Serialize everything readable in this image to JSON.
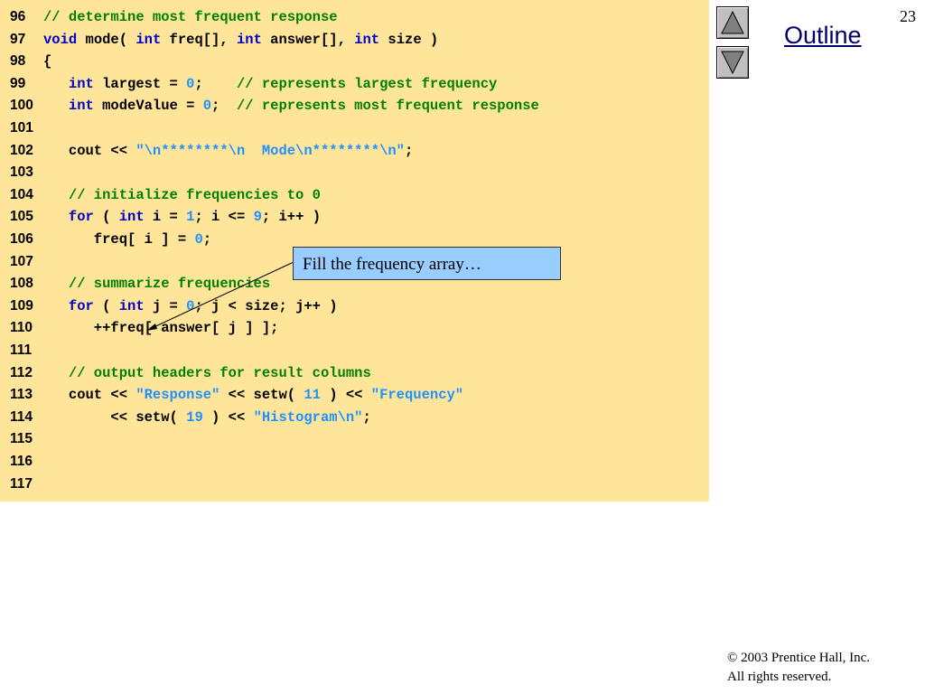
{
  "slide": {
    "number": "23",
    "outline_label": "Outline"
  },
  "code_lines": [
    {
      "n": "96",
      "tokens": [
        {
          "c": "cm",
          "t": "// determine most frequent response"
        }
      ]
    },
    {
      "n": "97",
      "tokens": [
        {
          "c": "kw",
          "t": "void"
        },
        {
          "c": "",
          "t": " mode( "
        },
        {
          "c": "kw",
          "t": "int"
        },
        {
          "c": "",
          "t": " freq[], "
        },
        {
          "c": "kw",
          "t": "int"
        },
        {
          "c": "",
          "t": " answer[], "
        },
        {
          "c": "kw",
          "t": "int"
        },
        {
          "c": "",
          "t": " size )"
        }
      ]
    },
    {
      "n": "98",
      "tokens": [
        {
          "c": "",
          "t": "{"
        }
      ]
    },
    {
      "n": "99",
      "tokens": [
        {
          "c": "",
          "t": "   "
        },
        {
          "c": "kw",
          "t": "int"
        },
        {
          "c": "",
          "t": " largest = "
        },
        {
          "c": "num",
          "t": "0"
        },
        {
          "c": "",
          "t": ";    "
        },
        {
          "c": "cm",
          "t": "// represents largest frequency"
        }
      ]
    },
    {
      "n": "100",
      "tokens": [
        {
          "c": "",
          "t": "   "
        },
        {
          "c": "kw",
          "t": "int"
        },
        {
          "c": "",
          "t": " modeValue = "
        },
        {
          "c": "num",
          "t": "0"
        },
        {
          "c": "",
          "t": ";  "
        },
        {
          "c": "cm",
          "t": "// represents most frequent response"
        }
      ]
    },
    {
      "n": "101",
      "tokens": []
    },
    {
      "n": "102",
      "tokens": [
        {
          "c": "",
          "t": "   cout << "
        },
        {
          "c": "str",
          "t": "\"\\n********\\n  Mode\\n********\\n\""
        },
        {
          "c": "",
          "t": ";"
        }
      ]
    },
    {
      "n": "103",
      "tokens": []
    },
    {
      "n": "104",
      "tokens": [
        {
          "c": "",
          "t": "   "
        },
        {
          "c": "cm",
          "t": "// initialize frequencies to 0"
        }
      ]
    },
    {
      "n": "105",
      "tokens": [
        {
          "c": "",
          "t": "   "
        },
        {
          "c": "kw",
          "t": "for"
        },
        {
          "c": "",
          "t": " ( "
        },
        {
          "c": "kw",
          "t": "int"
        },
        {
          "c": "",
          "t": " i = "
        },
        {
          "c": "num",
          "t": "1"
        },
        {
          "c": "",
          "t": "; i <= "
        },
        {
          "c": "num",
          "t": "9"
        },
        {
          "c": "",
          "t": "; i++ )"
        }
      ]
    },
    {
      "n": "106",
      "tokens": [
        {
          "c": "",
          "t": "      freq[ i ] = "
        },
        {
          "c": "num",
          "t": "0"
        },
        {
          "c": "",
          "t": ";"
        }
      ]
    },
    {
      "n": "107",
      "tokens": []
    },
    {
      "n": "108",
      "tokens": [
        {
          "c": "",
          "t": "   "
        },
        {
          "c": "cm",
          "t": "// summarize frequencies"
        }
      ]
    },
    {
      "n": "109",
      "tokens": [
        {
          "c": "",
          "t": "   "
        },
        {
          "c": "kw",
          "t": "for"
        },
        {
          "c": "",
          "t": " ( "
        },
        {
          "c": "kw",
          "t": "int"
        },
        {
          "c": "",
          "t": " j = "
        },
        {
          "c": "num",
          "t": "0"
        },
        {
          "c": "",
          "t": "; j < size; j++ )"
        }
      ]
    },
    {
      "n": "110",
      "tokens": [
        {
          "c": "",
          "t": "      ++freq[ answer[ j ] ];"
        }
      ]
    },
    {
      "n": "111",
      "tokens": []
    },
    {
      "n": "112",
      "tokens": [
        {
          "c": "",
          "t": "   "
        },
        {
          "c": "cm",
          "t": "// output headers for result columns"
        }
      ]
    },
    {
      "n": "113",
      "tokens": [
        {
          "c": "",
          "t": "   cout << "
        },
        {
          "c": "str",
          "t": "\"Response\""
        },
        {
          "c": "",
          "t": " << setw( "
        },
        {
          "c": "num",
          "t": "11"
        },
        {
          "c": "",
          "t": " ) << "
        },
        {
          "c": "str",
          "t": "\"Frequency\""
        }
      ]
    },
    {
      "n": "114",
      "tokens": [
        {
          "c": "",
          "t": "        << setw( "
        },
        {
          "c": "num",
          "t": "19"
        },
        {
          "c": "",
          "t": " ) << "
        },
        {
          "c": "str",
          "t": "\"Histogram\\n\""
        },
        {
          "c": "",
          "t": ";"
        }
      ]
    },
    {
      "n": "115",
      "tokens": []
    },
    {
      "n": "116",
      "tokens": []
    },
    {
      "n": "117",
      "tokens": []
    }
  ],
  "callout": {
    "text": "Fill the frequency array…"
  },
  "nav": {
    "up_icon": "triangle-up-icon",
    "down_icon": "triangle-down-icon"
  },
  "footer": {
    "copyright_symbol": "©",
    "line1": "2003 Prentice Hall, Inc.",
    "line2": "All rights reserved."
  }
}
